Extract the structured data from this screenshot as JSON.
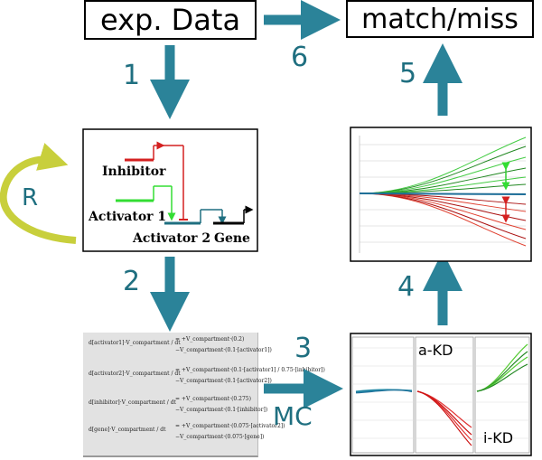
{
  "boxes": {
    "exp_data": "exp. Data",
    "match_miss": "match/miss"
  },
  "steps": [
    "1",
    "2",
    "3",
    "4",
    "5",
    "6"
  ],
  "labels": {
    "r_loop": "R",
    "mc": "MC",
    "a_kd": "a-KD",
    "i_kd": "i-KD"
  },
  "network": {
    "inhibitor": "Inhibitor",
    "activator1": "Activator 1",
    "activator2": "Activator 2",
    "gene": "Gene"
  },
  "equations": [
    {
      "lhs": "d[activator1]·V_compartment / dt",
      "terms": [
        "= +V_compartment·(0.2)",
        "−V_compartment·(0.1·[activator1])"
      ]
    },
    {
      "lhs": "d[activator2]·V_compartment / dt",
      "terms": [
        "= +V_compartment·(0.1·[activator1] / 0.75·[inhibitor])",
        "−V_compartment·(0.1·[activator2])"
      ]
    },
    {
      "lhs": "d[inhibitor]·V_compartment / dt",
      "terms": [
        "= +V_compartment·(0.275)",
        "−V_compartment·(0.1·[inhibitor])"
      ]
    },
    {
      "lhs": "d[gene]·V_compartment / dt",
      "terms": [
        "= +V_compartment·(0.075·[activator2])",
        "−V_compartment·(0.075·[gene])"
      ]
    }
  ],
  "colors": {
    "arrow": "#2b8399",
    "loop": "#c8cf3c",
    "inhibitor": "#d42020",
    "activator": "#33dd33",
    "activator2": "#1f6f80",
    "gene": "#000000"
  }
}
